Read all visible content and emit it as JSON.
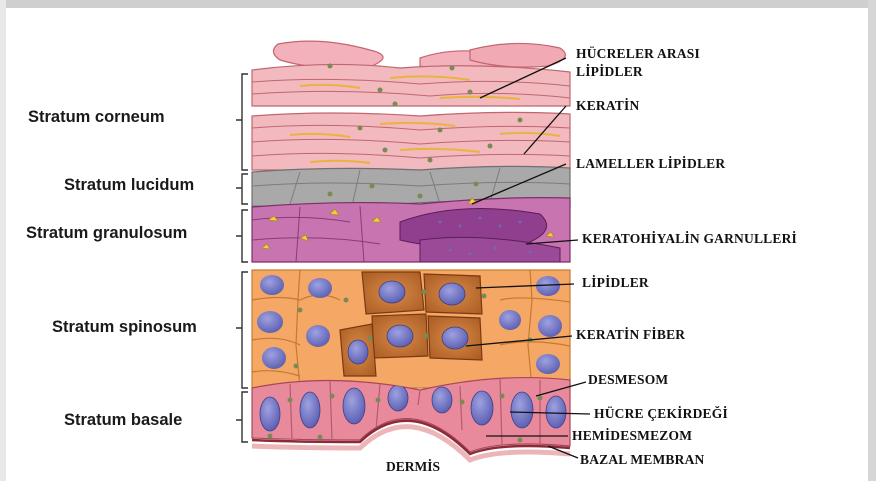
{
  "layers": [
    {
      "id": "corneum",
      "label": "Stratum corneum"
    },
    {
      "id": "lucidum",
      "label": "Stratum lucidum"
    },
    {
      "id": "granulosum",
      "label": "Stratum granulosum"
    },
    {
      "id": "spinosum",
      "label": "Stratum spinosum"
    },
    {
      "id": "basale",
      "label": "Stratum basale"
    }
  ],
  "callouts": [
    {
      "line1": "HÜCRELER ARASI",
      "line2": "LİPİDLER"
    },
    {
      "line1": "KERATİN"
    },
    {
      "line1": "LAMELLER LİPİDLER"
    },
    {
      "line1": "KERATOHİYALİN GARNULLERİ"
    },
    {
      "line1": "LİPİDLER"
    },
    {
      "line1": "KERATİN FİBER"
    },
    {
      "line1": "DESMESOM"
    },
    {
      "line1": "HÜCRE ÇEKİRDEĞİ"
    },
    {
      "line1": "HEMİDESMEZOM"
    },
    {
      "line1": "BAZAL MEMBRAN"
    }
  ],
  "bottom_label": "DERMİS",
  "colors": {
    "corneum": "#f2b9bf",
    "lucidum": "#a9a9a9",
    "granulosum": "#b9609f",
    "spinosum": "#f5a765",
    "spinosum_nucleus": "#7b7fc6",
    "basale": "#e98a9c",
    "lipid": "#f2cf4a",
    "desmosome": "#7a8a55"
  }
}
